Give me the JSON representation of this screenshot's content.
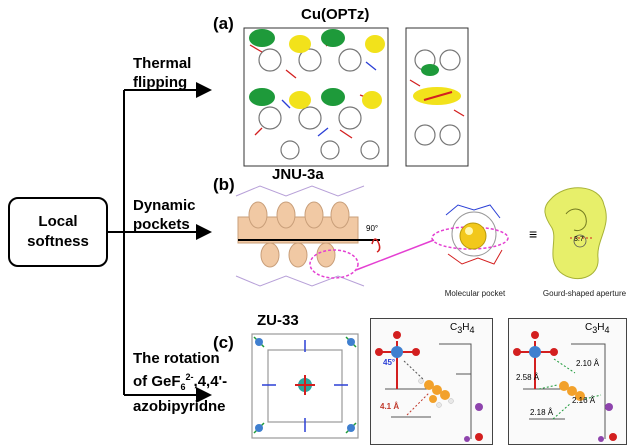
{
  "root": {
    "line1": "Local",
    "line2": "softness"
  },
  "branches": [
    {
      "line1": "Thermal",
      "line2": "flipping"
    },
    {
      "line1": "Dynamic",
      "line2": "pockets"
    },
    {
      "line1": "The rotation",
      "line2a": "of GeF",
      "line2sub": "6",
      "line2sup": "2-",
      "line2b": ",4,4'-",
      "line3": "azobipyridne"
    }
  ],
  "panels": [
    {
      "letter": "(a)",
      "title": "Cu(OPTz)"
    },
    {
      "letter": "(b)",
      "title": "JNU-3a",
      "angle": "90°",
      "equiv": "≡",
      "caption1": "Molecular pocket",
      "caption2": "Gourd-shaped aperture",
      "aperture_value": "3.7"
    },
    {
      "letter": "(c)",
      "title": "ZU-33",
      "inset1": {
        "formula": "C",
        "sub1": "3",
        "h": "H",
        "sub2": "4",
        "angle": "45°",
        "dist": "4.1 Å"
      },
      "inset2": {
        "formula": "C",
        "sub1": "3",
        "h": "H",
        "sub2": "4",
        "d1": "2.10 Å",
        "d2": "2.58 Å",
        "d3": "2.16 Å",
        "d4": "2.18 Å"
      }
    }
  ],
  "colors": {
    "green": "#1e9a3a",
    "yellow": "#f2e21b",
    "peach": "#f1c9a4",
    "magenta": "#e43fd2",
    "oxygen": "#d31f1f",
    "nitrogen": "#2a3fd6",
    "metal": "#3f7fcf",
    "orange": "#f2a12b",
    "gourd": "#e7ef6a"
  }
}
